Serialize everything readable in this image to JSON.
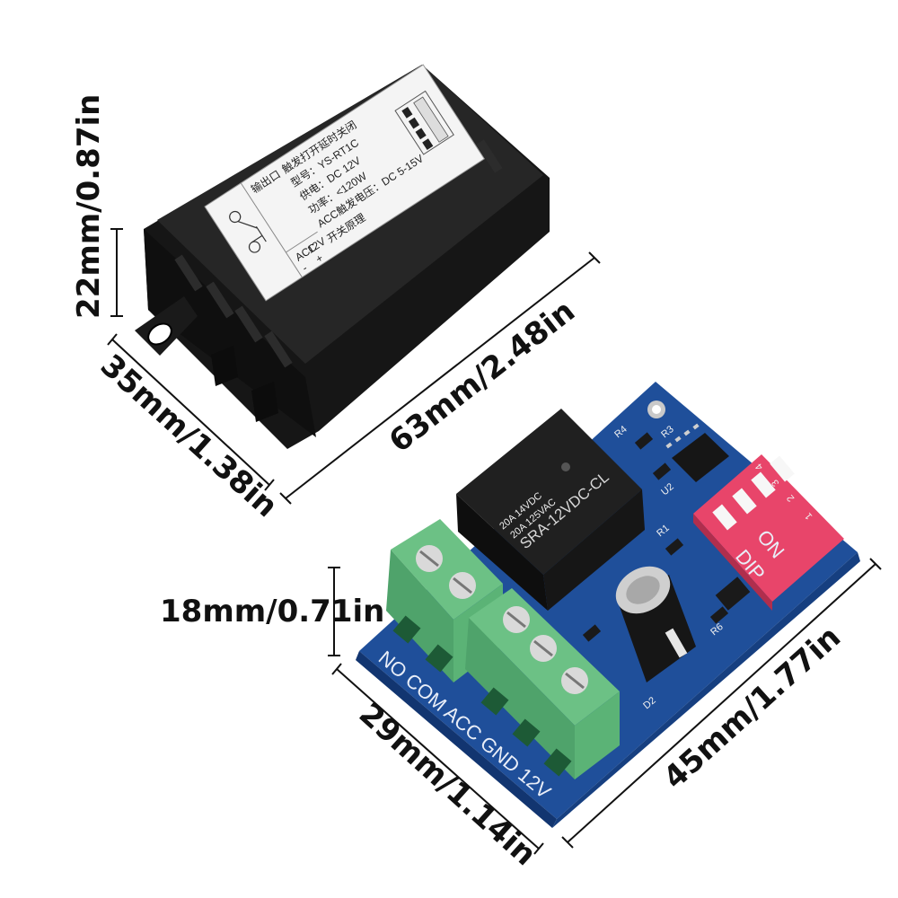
{
  "dimensions": {
    "case_height": "22mm/0.87in",
    "case_width": "35mm/1.38in",
    "case_length": "63mm/2.48in",
    "board_height": "18mm/0.71in",
    "board_width": "29mm/1.14in",
    "board_length": "45mm/1.77in"
  },
  "case_label": {
    "title": "触发打开延时关闭",
    "model": "型号：YS-RT1C",
    "power": "供电：DC 12V",
    "rating": "功率：<120W",
    "trigger": "ACC触发电压：DC 5-15V",
    "principle": "开关原理",
    "output": "输出口",
    "acc": "ACC",
    "v12": "12V",
    "minus": "-",
    "plus": "+",
    "supply": "供电"
  },
  "board": {
    "relay_model": "SRA-12VDC-CL",
    "relay_rating_1": "20A 14VDC",
    "relay_rating_2": "20A 125VAC",
    "terminals": "NO COM ACC GND 12V",
    "dip_on": "ON",
    "dip_brand": "DIP",
    "dip_numbers": [
      "1",
      "2",
      "3",
      "4"
    ],
    "refs": [
      "R4",
      "R3",
      "U2",
      "R1",
      "R6",
      "D2"
    ]
  },
  "colors": {
    "case": "#1c1c1c",
    "pcb": "#1f4f9a",
    "terminal": "#5fb878",
    "dip": "#e8456a",
    "relay": "#141414"
  }
}
